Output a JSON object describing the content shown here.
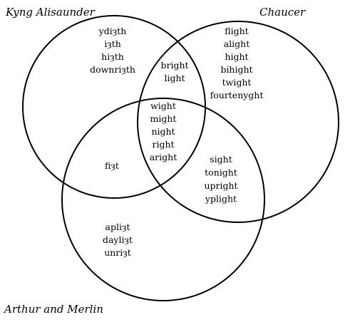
{
  "diagram": {
    "type": "venn-3",
    "sets": [
      {
        "id": "A",
        "label": "Kyng Alisaunder"
      },
      {
        "id": "B",
        "label": "Chaucer"
      },
      {
        "id": "C",
        "label": "Arthur and Merlin"
      }
    ],
    "regions": {
      "A_only": [
        "ydiȝth",
        "iȝth",
        "hiȝth",
        "downriȝth"
      ],
      "B_only": [
        "flight",
        "alight",
        "hight",
        "bihight",
        "twight",
        "fourtenyght"
      ],
      "C_only": [
        "apliȝt",
        "dayliȝt",
        "unriȝt"
      ],
      "AB_only": [
        "bright",
        "light"
      ],
      "AC_only": [
        "fiȝt"
      ],
      "BC_only": [
        "sight",
        "tonight",
        "upright",
        "yplight"
      ],
      "ABC": [
        "wight",
        "might",
        "night",
        "right",
        "aright"
      ]
    }
  }
}
